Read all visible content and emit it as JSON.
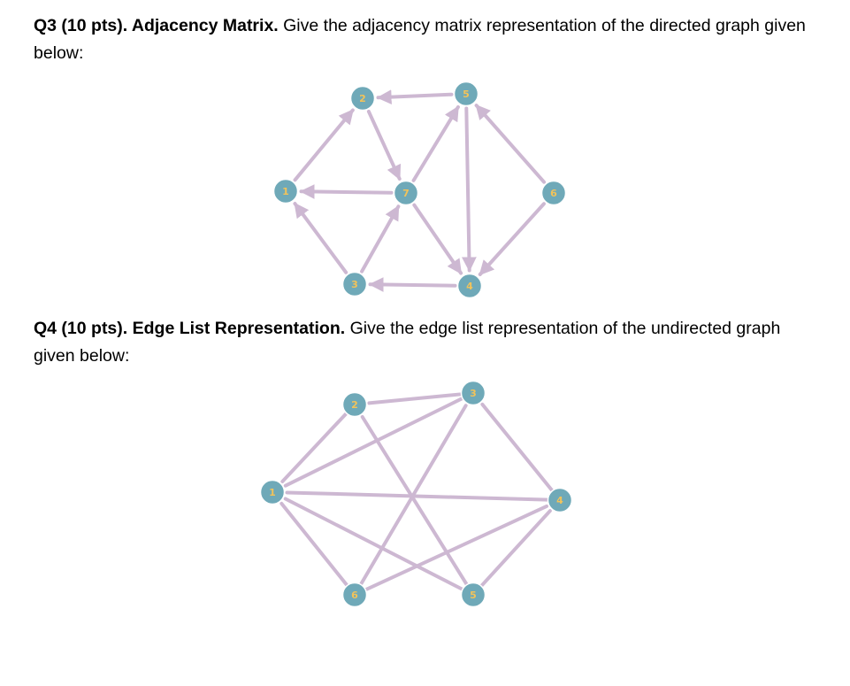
{
  "q3": {
    "heading": "Q3 (10 pts). Adjacency Matrix.",
    "text": " Give the adjacency matrix representation of the directed graph given below:"
  },
  "q4": {
    "heading": "Q4 (10 pts). Edge List Representation.",
    "text": " Give the edge list representation of the undirected graph given below:"
  },
  "colors": {
    "node": "#6fa9b8",
    "label": "#f2c35a",
    "edge": "#cdb8d2"
  },
  "directed_graph": {
    "nodes": [
      "1",
      "2",
      "3",
      "4",
      "5",
      "6",
      "7"
    ],
    "edges": [
      [
        "1",
        "2"
      ],
      [
        "2",
        "7"
      ],
      [
        "5",
        "2"
      ],
      [
        "7",
        "1"
      ],
      [
        "3",
        "1"
      ],
      [
        "3",
        "7"
      ],
      [
        "7",
        "5"
      ],
      [
        "5",
        "4"
      ],
      [
        "6",
        "5"
      ],
      [
        "7",
        "4"
      ],
      [
        "6",
        "4"
      ],
      [
        "4",
        "3"
      ]
    ]
  },
  "undirected_graph": {
    "nodes": [
      "1",
      "2",
      "3",
      "4",
      "5",
      "6"
    ],
    "edges": [
      [
        "1",
        "2"
      ],
      [
        "1",
        "3"
      ],
      [
        "1",
        "4"
      ],
      [
        "1",
        "5"
      ],
      [
        "1",
        "6"
      ],
      [
        "2",
        "3"
      ],
      [
        "2",
        "5"
      ],
      [
        "3",
        "4"
      ],
      [
        "3",
        "6"
      ],
      [
        "4",
        "5"
      ],
      [
        "4",
        "6"
      ]
    ]
  }
}
